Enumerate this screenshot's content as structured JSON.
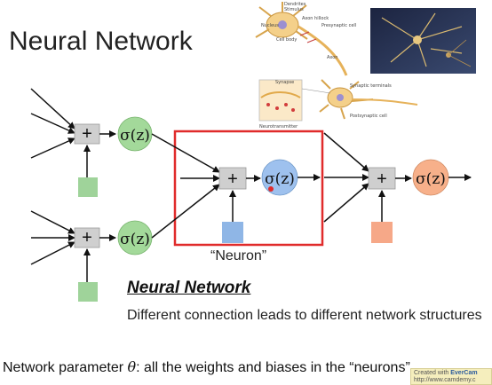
{
  "title": "Neural Network",
  "neuron_label": "“Neuron”",
  "plus_symbol": "+",
  "sigma_label": "σ(z)",
  "subheading": "Neural Network",
  "description": "Different connection leads to different network structures",
  "parameter_note": {
    "prefix": "Network parameter ",
    "symbol": "θ",
    "suffix": ": all the weights and biases in the “neurons”"
  },
  "bio_labels": {
    "dendrites": "Dendrites",
    "stimulus": "Stimulus",
    "nucleus": "Nucleus",
    "axon_hillock": "Axon hillock",
    "presynaptic": "Presynaptic cell",
    "cell_body": "Cell body",
    "axon": "Axon",
    "synapse": "Synapse",
    "synaptic_terminals": "Synaptic terminals",
    "postsynaptic": "Postsynaptic cell",
    "neurotransmitter": "Neurotransmitter"
  },
  "watermark": {
    "line1_prefix": "Created with ",
    "line1_brand": "EverCam",
    "line2": "http://www.camdemy.c"
  },
  "colors": {
    "bias_green": "#9fd39a",
    "bias_blue": "#8fb6e6",
    "bias_orange": "#f6a888",
    "sigma_green": "#a3d99a",
    "sigma_blue": "#9ec1ee",
    "sigma_orange": "#f7b08a",
    "plus_gray": "#cfcfcf",
    "highlight_red": "#e02b2b"
  }
}
